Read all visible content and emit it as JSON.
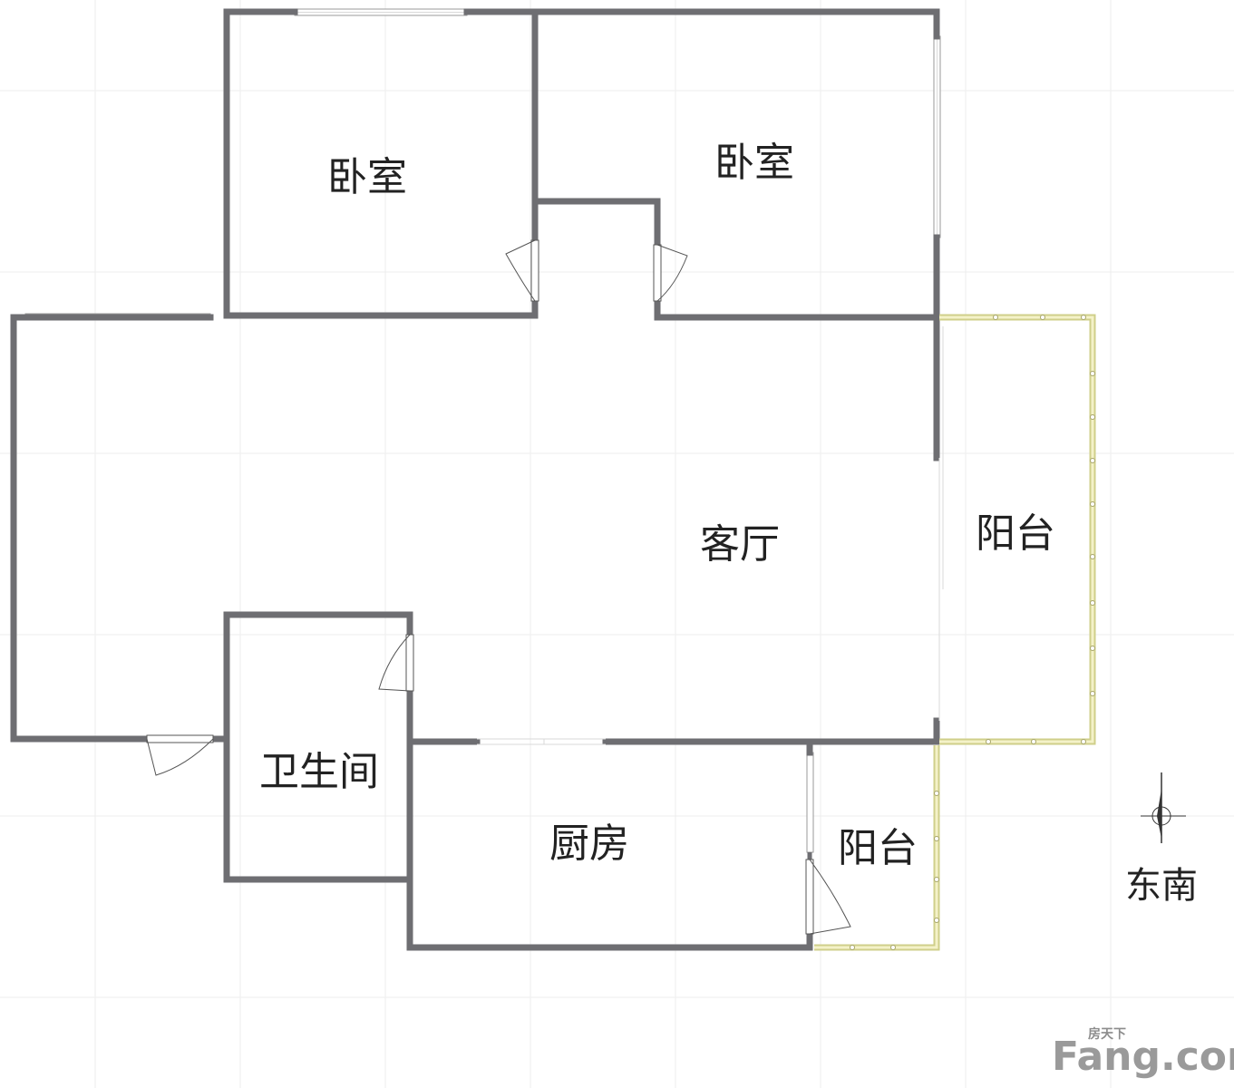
{
  "rooms": {
    "bedroom_left": "卧室",
    "bedroom_right": "卧室",
    "living_room": "客厅",
    "balcony_east": "阳台",
    "bathroom": "卫生间",
    "kitchen": "厨房",
    "balcony_south": "阳台"
  },
  "compass": {
    "orientation_label": "东南",
    "icon": "compass-icon"
  },
  "watermark": {
    "small_text": "房天下",
    "brand_text": "Fang.com"
  },
  "colors": {
    "wall": "#6e6e72",
    "balcony_rail": "#cfcf8a",
    "grid": "#eeeeee",
    "background": "#ffffff"
  }
}
